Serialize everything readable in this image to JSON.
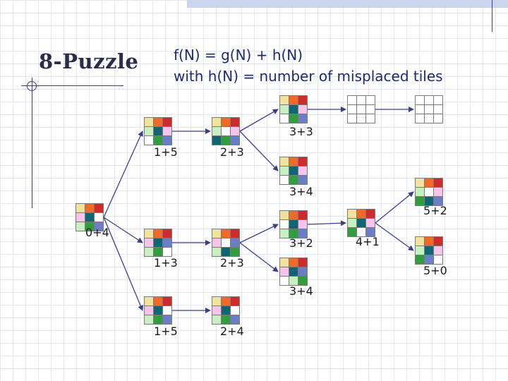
{
  "title": "8-Puzzle",
  "formula_line1": "f(N) = g(N) + h(N)",
  "formula_line2": "with h(N) = number of misplaced tiles",
  "colors": {
    "grid": "#e3e8f0",
    "accent_bar": "#c9d4ee",
    "edge": "#3d3f86",
    "title": "#2b2b4a",
    "formula": "#1f2a6e",
    "tiles": {
      "Y": "#f2e29a",
      "O": "#ee6a25",
      "R": "#d12a2a",
      "P": "#f5c3ec",
      "T": "#0e6674",
      "G": "#c6f0bf",
      "V": "#2f9f3d",
      "B": "#6a7ec8",
      "_": "#ffffff"
    }
  },
  "nodes": [
    {
      "id": "root",
      "label": "0+4",
      "tiles": [
        "Y",
        "O",
        "R",
        "P",
        "T",
        "_",
        "G",
        "V",
        "B"
      ]
    },
    {
      "id": "a1",
      "label": "1+5",
      "tiles": [
        "Y",
        "O",
        "R",
        "G",
        "T",
        "P",
        "_",
        "V",
        "B"
      ]
    },
    {
      "id": "a2",
      "label": "1+3",
      "tiles": [
        "Y",
        "O",
        "R",
        "P",
        "T",
        "B",
        "G",
        "V",
        "_"
      ]
    },
    {
      "id": "a3",
      "label": "1+5",
      "tiles": [
        "Y",
        "O",
        "R",
        "P",
        "T",
        "_",
        "G",
        "V",
        "B"
      ]
    },
    {
      "id": "b1",
      "label": "2+3",
      "tiles": [
        "Y",
        "O",
        "R",
        "G",
        "_",
        "P",
        "T",
        "V",
        "B"
      ]
    },
    {
      "id": "b2",
      "label": "2+3",
      "tiles": [
        "Y",
        "O",
        "R",
        "P",
        "_",
        "B",
        "G",
        "T",
        "V"
      ]
    },
    {
      "id": "b3",
      "label": "2+4",
      "tiles": [
        "Y",
        "O",
        "R",
        "P",
        "T",
        "_",
        "G",
        "V",
        "B"
      ]
    },
    {
      "id": "c1",
      "label": "3+3",
      "tiles": [
        "Y",
        "O",
        "R",
        "G",
        "T",
        "P",
        "_",
        "V",
        "B"
      ]
    },
    {
      "id": "c2",
      "label": "3+4",
      "tiles": [
        "Y",
        "O",
        "R",
        "G",
        "T",
        "P",
        "_",
        "V",
        "B"
      ]
    },
    {
      "id": "c3",
      "label": "3+2",
      "tiles": [
        "Y",
        "O",
        "R",
        "_",
        "T",
        "P",
        "G",
        "V",
        "B"
      ]
    },
    {
      "id": "c4",
      "label": "3+4",
      "tiles": [
        "Y",
        "O",
        "R",
        "P",
        "T",
        "B",
        "_",
        "G",
        "V"
      ]
    },
    {
      "id": "d1",
      "label": "",
      "tiles": [
        "_",
        "_",
        "_",
        "_",
        "_",
        "_",
        "_",
        "_",
        "_"
      ]
    },
    {
      "id": "d2",
      "label": "4+1",
      "tiles": [
        "Y",
        "O",
        "R",
        "G",
        "T",
        "P",
        "V",
        "_",
        "B"
      ]
    },
    {
      "id": "e1",
      "label": "",
      "tiles": [
        "_",
        "_",
        "_",
        "_",
        "_",
        "_",
        "_",
        "_",
        "_"
      ]
    },
    {
      "id": "e2",
      "label": "5+2",
      "tiles": [
        "Y",
        "O",
        "R",
        "G",
        "_",
        "P",
        "V",
        "T",
        "B"
      ]
    },
    {
      "id": "e3",
      "label": "5+0",
      "tiles": [
        "Y",
        "O",
        "R",
        "G",
        "T",
        "P",
        "V",
        "B",
        "_"
      ]
    }
  ],
  "edges": [
    [
      "root",
      "a1"
    ],
    [
      "root",
      "a2"
    ],
    [
      "root",
      "a3"
    ],
    [
      "a1",
      "b1"
    ],
    [
      "a2",
      "b2"
    ],
    [
      "a3",
      "b3"
    ],
    [
      "b1",
      "c1"
    ],
    [
      "b1",
      "c2"
    ],
    [
      "b2",
      "c3"
    ],
    [
      "b2",
      "c4"
    ],
    [
      "c1",
      "d1"
    ],
    [
      "c3",
      "d2"
    ],
    [
      "d1",
      "e1"
    ],
    [
      "d2",
      "e2"
    ],
    [
      "d2",
      "e3"
    ]
  ]
}
